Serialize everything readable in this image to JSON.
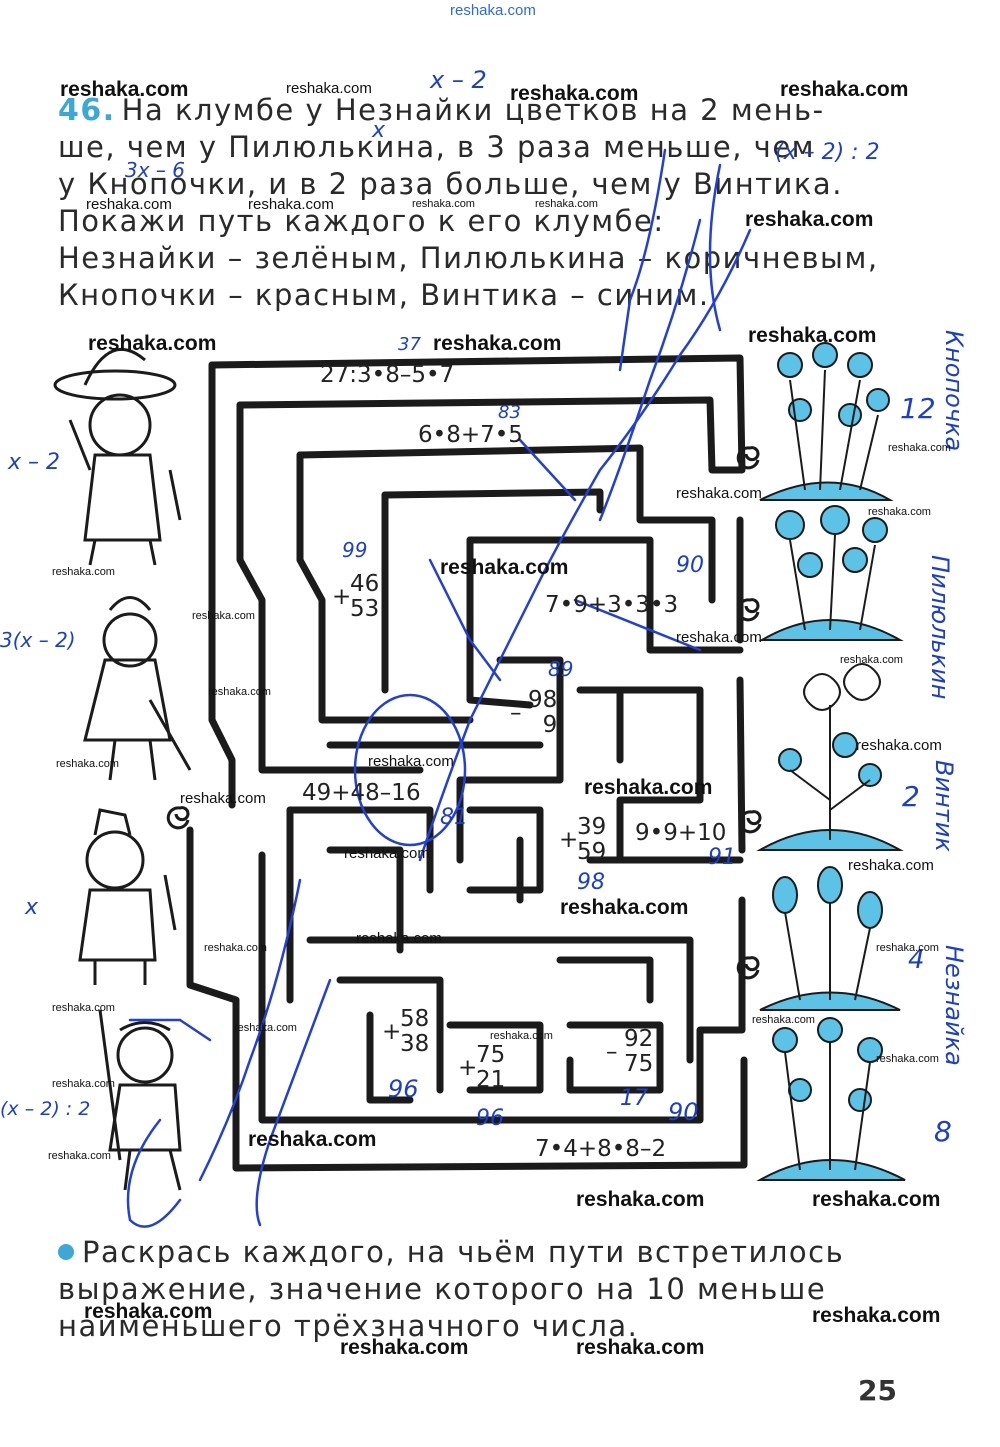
{
  "site_top": "reshaka.com",
  "task": {
    "number": "46.",
    "lines": [
      "На клумбе у Незнайки цветков на 2 мень-",
      "ше, чем у Пилюлькина, в 3 раза меньше, чем",
      "у Кнопочки, и в 2 раза больше, чем у Винтика.",
      "Покажи путь каждого к его клумбе:",
      "Незнайки – зелёным, Пилюлькина – коричневым,",
      "Кнопочки – красным, Винтика – синим."
    ]
  },
  "maze": {
    "expressions": {
      "e1": "27:3•8–5•7",
      "e2": "6•8+7•5",
      "e3": "7•9+3•3•3",
      "e4": "49+48–16",
      "e5": "9•9+10",
      "e6": "7•4+8•8–2"
    },
    "columns": {
      "c1": {
        "op": "+",
        "a": "46",
        "b": "53"
      },
      "c2": {
        "op": "–",
        "a": "98",
        "b": "9"
      },
      "c3": {
        "op": "+",
        "a": "39",
        "b": "59"
      },
      "c4": {
        "op": "+",
        "a": "58",
        "b": "38"
      },
      "c5": {
        "op": "+",
        "a": "75",
        "b": "21"
      },
      "c6": {
        "op": "–",
        "a": "92",
        "b": "75"
      }
    }
  },
  "handwriting": {
    "h1": "x – 2",
    "h2": "x",
    "h3": "3x – 6",
    "h4": "(x – 2) : 2",
    "h5": "x – 2",
    "h6": "3(x – 2)",
    "h7": "x",
    "h8": "(x – 2) : 2",
    "h9": "37",
    "h10": "83",
    "h11": "99",
    "h12": "90",
    "h13": "89",
    "h14": "81",
    "h15": "98",
    "h16": "91",
    "h17": "96",
    "h18": "96",
    "h19": "17",
    "h20": "90",
    "h21": "Кнопочка",
    "h22": "12",
    "h23": "Пилюлькин",
    "h24": "Винтик",
    "h25": "2",
    "h26": "Незнайка",
    "h27": "4",
    "h28": "8"
  },
  "bottom": {
    "lines": [
      "Раскрась каждого, на чьём пути встретилось",
      "выражение, значение которого на 10 меньше",
      "наименьшего трёхзначного числа."
    ]
  },
  "page_number": "25",
  "watermark": "reshaka.com",
  "colors": {
    "accent": "#3da7d6",
    "ink": "#1c3fc8",
    "flower": "#5cc3e6"
  }
}
